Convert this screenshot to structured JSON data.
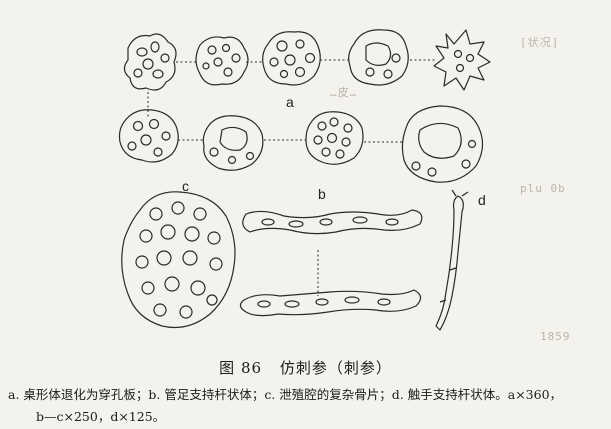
{
  "figure": {
    "number": "图 86",
    "title": "仿刺参（刺参）",
    "panel_labels": {
      "a": "a",
      "b": "b",
      "c": "c",
      "d": "d"
    }
  },
  "caption": {
    "line1": "a. 桌形体退化为穿孔板；b. 管足支持杆状体；c. 泄殖腔的复杂骨片；d. 触手支持杆状体。a×360，",
    "line2": "b—c×250，d×125。"
  },
  "background_text": {
    "line_a": "[状况]",
    "line_b": "…皮…",
    "line_c": "plu 0b",
    "line_d": "1859"
  }
}
